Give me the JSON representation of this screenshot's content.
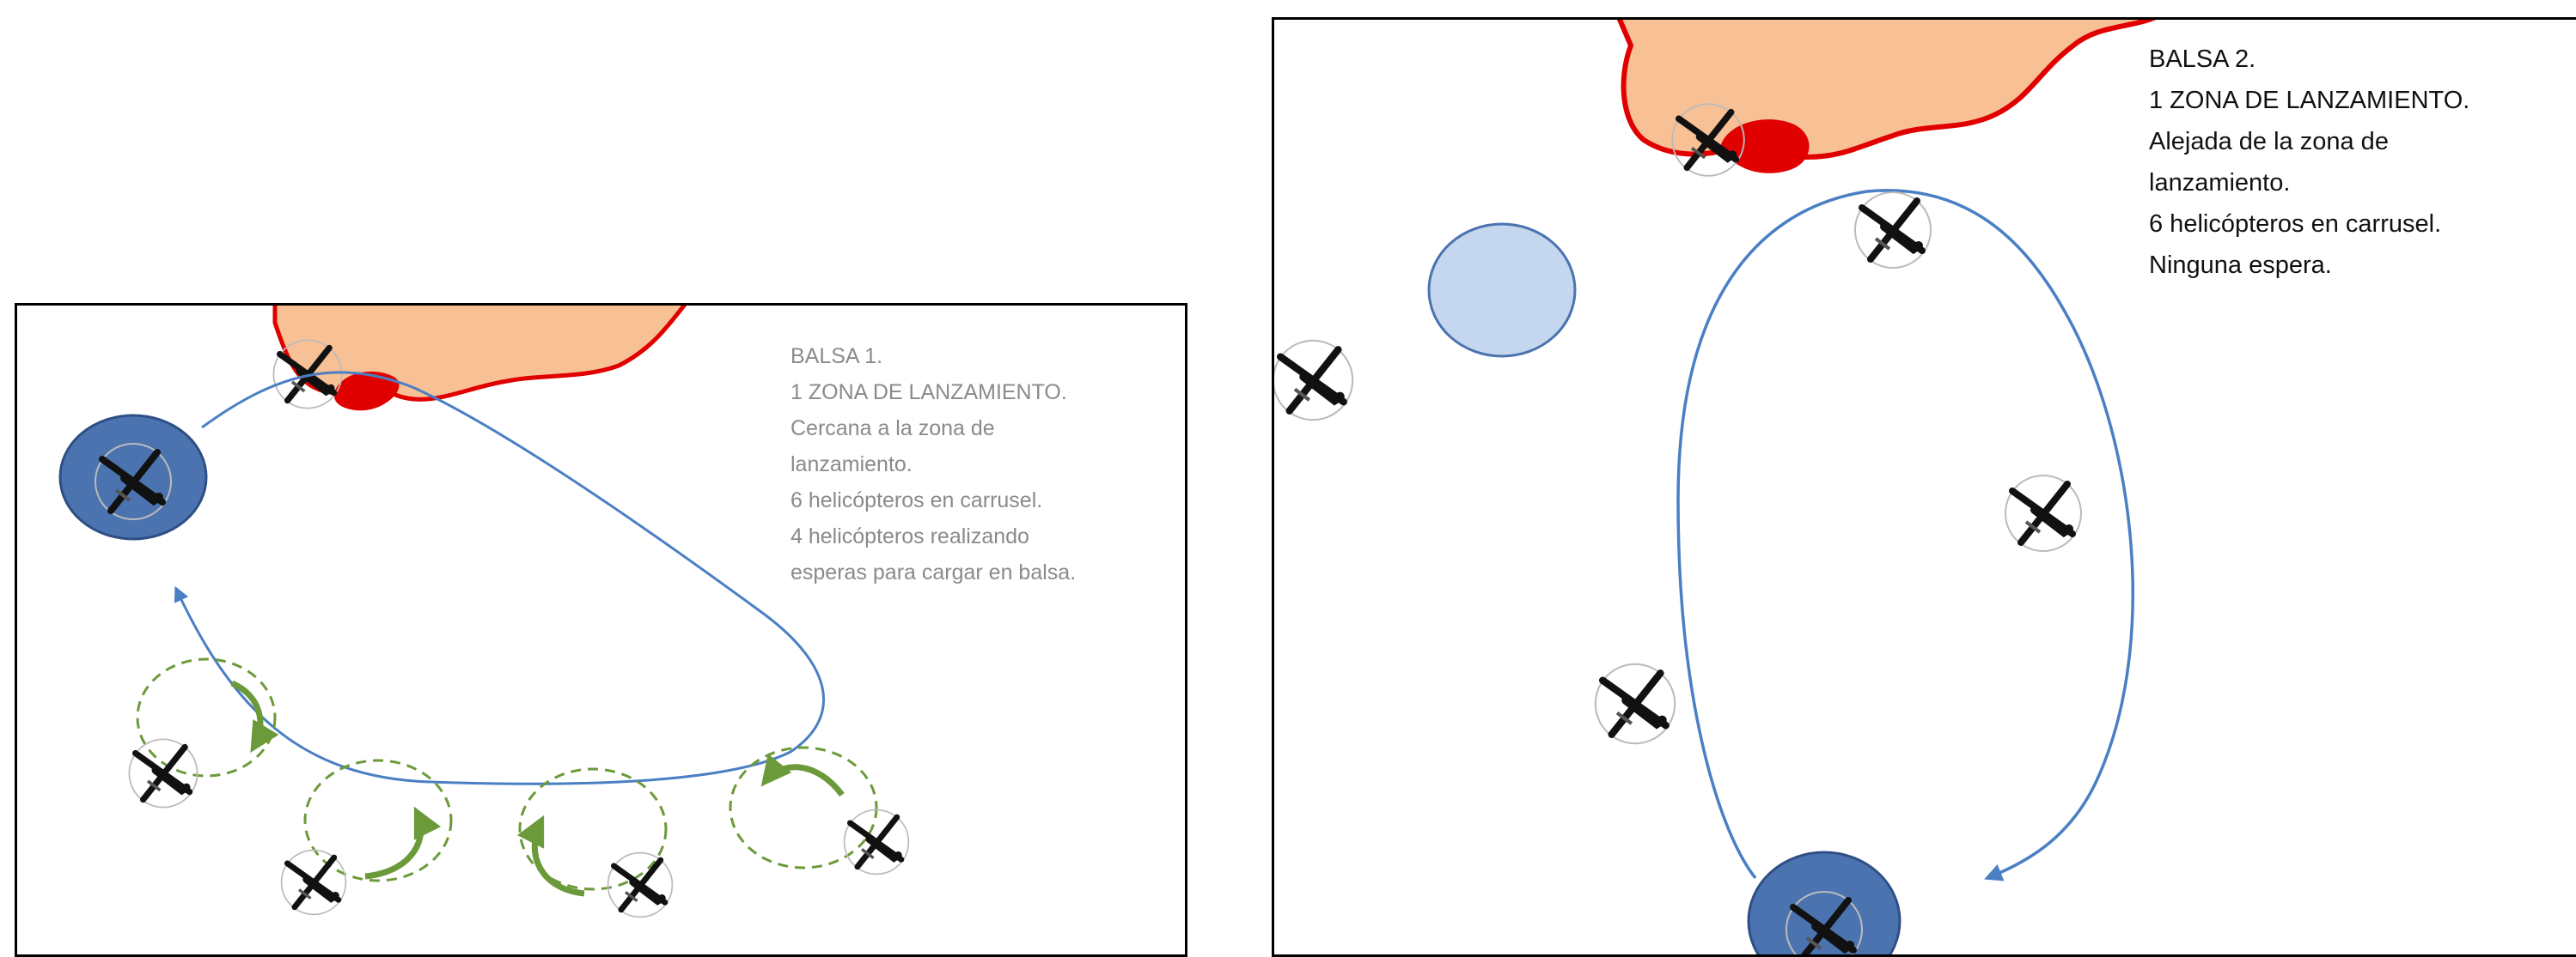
{
  "panel_1": {
    "title": "BALSA 1.",
    "lines": [
      "1 ZONA DE LANZAMIENTO.",
      "Cercana a la zona de",
      "lanzamiento.",
      "6 helicópteros en carrusel.",
      "4 helicópteros realizando",
      "esperas para cargar en balsa."
    ]
  },
  "panel_2": {
    "title": "BALSA 2.",
    "lines": [
      "1 ZONA DE LANZAMIENTO.",
      "Alejada de la zona de",
      "lanzamiento.",
      "6 helicópteros en carrusel.",
      "Ninguna espera."
    ]
  },
  "colors": {
    "fire_area": "#f8c095",
    "fire_outline": "#e00000",
    "raft_dark": "#4a73b0",
    "raft_light": "#c5d7ee",
    "route": "#4a7fc4",
    "holding": "#6b9a3a",
    "helicopter": "#111111"
  },
  "icons": [
    "helicopter-icon",
    "raft-icon",
    "fire-zone",
    "holding-pattern-arrow",
    "route-arrow"
  ]
}
